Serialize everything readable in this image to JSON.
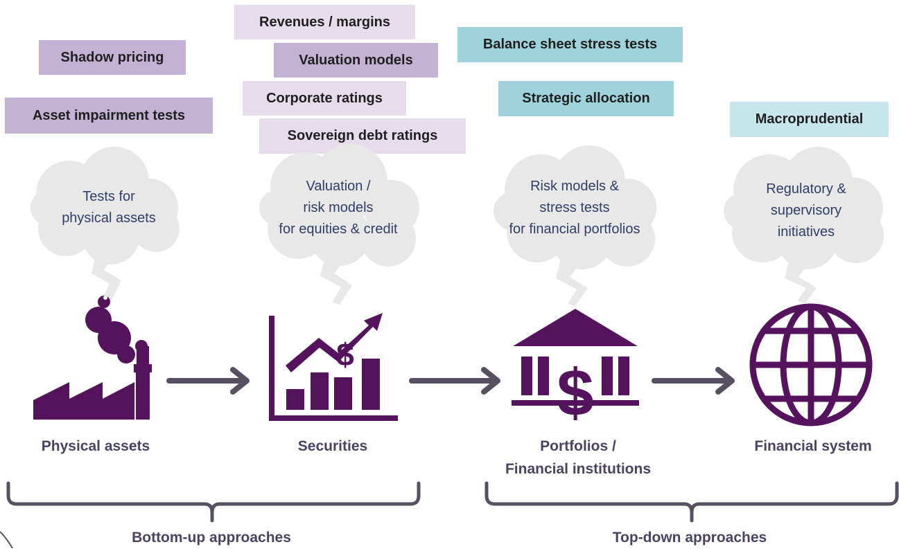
{
  "tags": {
    "shadow_pricing": "Shadow pricing",
    "asset_impairment": "Asset impairment tests",
    "revenues_margins": "Revenues / margins",
    "valuation_models": "Valuation models",
    "corporate_ratings": "Corporate ratings",
    "sovereign_ratings": "Sovereign debt ratings",
    "balance_sheet": "Balance sheet stress tests",
    "strategic_allocation": "Strategic allocation",
    "macroprudential": "Macroprudential"
  },
  "clouds": {
    "physical": [
      "Tests for",
      "physical assets"
    ],
    "securities": [
      "Valuation /",
      "risk models",
      "for equities & credit"
    ],
    "portfolios": [
      "Risk models &",
      "stress tests",
      "for financial portfolios"
    ],
    "system": [
      "Regulatory &",
      "supervisory",
      "initiatives"
    ]
  },
  "labels": {
    "physical": "Physical assets",
    "securities": "Securities",
    "portfolios": [
      "Portfolios /",
      "Financial institutions"
    ],
    "system": "Financial system"
  },
  "approaches": {
    "bottom_up": "Bottom-up approaches",
    "top_down": "Top-down approaches"
  },
  "icons": {
    "physical": "factory-icon",
    "securities": "growth-chart-dollar-icon",
    "portfolios": "bank-dollar-icon",
    "system": "globe-icon"
  },
  "colors": {
    "icon": "#55135e",
    "arrow": "#575060",
    "cloud": "#e8e8e8",
    "purple_tag": "#c3b2d4",
    "light_purple_tag": "#e6dcec",
    "teal_tag": "#9fd3dc",
    "light_teal_tag": "#c6e6ec"
  }
}
